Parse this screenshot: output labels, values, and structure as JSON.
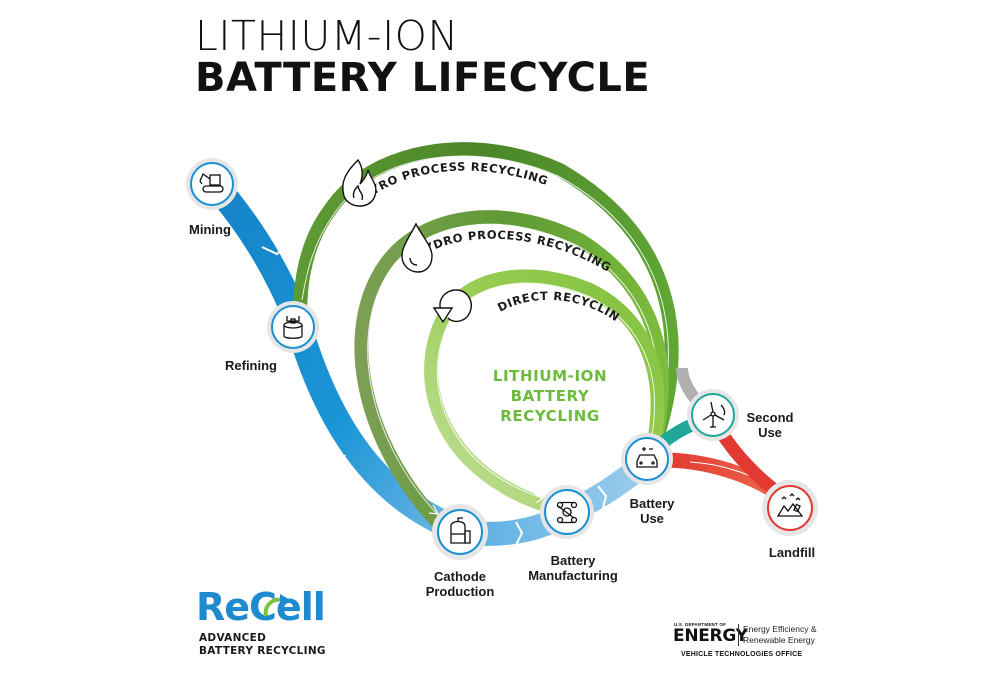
{
  "title": {
    "line1": "LITHIUM-ION",
    "line2": "BATTERY LIFECYCLE"
  },
  "center_label": {
    "line1": "LITHIUM-ION",
    "line2": "BATTERY",
    "line3": "RECYCLING"
  },
  "recycling_loops": [
    {
      "label": "PYRO PROCESS RECYCLING",
      "icon": "flame-icon",
      "color": "#4f8a2b"
    },
    {
      "label": "HYDRO PROCESS RECYCLING",
      "icon": "water-drop-icon",
      "color": "#6ea043"
    },
    {
      "label": "DIRECT RECYCLING",
      "icon": "circular-arrow-icon",
      "color": "#8cc63f"
    }
  ],
  "lifecycle_stages": [
    {
      "id": "mining",
      "label": "Mining",
      "icon": "excavator-icon"
    },
    {
      "id": "refining",
      "label": "Refining",
      "icon": "crucible-icon"
    },
    {
      "id": "cathode",
      "label": "Cathode Production",
      "label_line1": "Cathode",
      "label_line2": "Production",
      "icon": "tanks-icon"
    },
    {
      "id": "manufacturing",
      "label": "Battery Manufacturing",
      "label_line1": "Battery",
      "label_line2": "Manufacturing",
      "icon": "conveyor-icon"
    },
    {
      "id": "battery-use",
      "label": "Battery Use",
      "label_line1": "Battery",
      "label_line2": "Use",
      "icon": "electric-car-icon"
    },
    {
      "id": "second-use",
      "label": "Second Use",
      "label_line1": "Second",
      "label_line2": "Use",
      "icon": "wind-turbine-icon"
    },
    {
      "id": "landfill",
      "label": "Landfill",
      "icon": "landfill-icon"
    }
  ],
  "colors": {
    "lifecycle_blue": "#1a8fd2",
    "lifecycle_light_blue": "#7fbde6",
    "pyro_green": "#4f8a2b",
    "hydro_green": "#6ea043",
    "direct_green": "#8cc63f",
    "center_text_green": "#6dbb3c",
    "second_use_teal": "#1fa89a",
    "landfill_red": "#e03a32",
    "return_gray": "#a9a9a9"
  },
  "logos": {
    "recell": {
      "wordmark": "ReCell",
      "sub_line1": "ADVANCED",
      "sub_line2": "BATTERY RECYCLING"
    },
    "doe": {
      "small": "U.S. DEPARTMENT OF",
      "big": "ENERGY",
      "eere_line1": "Energy Efficiency &",
      "eere_line2": "Renewable Energy",
      "office": "VEHICLE TECHNOLOGIES OFFICE"
    }
  }
}
